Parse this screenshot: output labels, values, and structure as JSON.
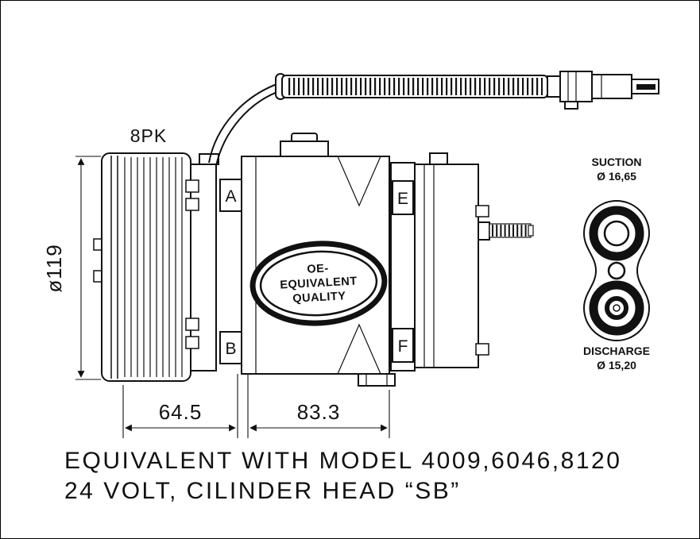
{
  "colors": {
    "ink": "#111111",
    "paper": "#ffffff"
  },
  "labels": {
    "belt": "8PK",
    "pulley_diameter": "ø119",
    "dim_pulley_width": "64.5",
    "dim_body_width": "83.3",
    "port_a": "A",
    "port_b": "B",
    "port_e": "E",
    "port_f": "F"
  },
  "badge": {
    "line1": "OE-",
    "line2": "EQUIVALENT",
    "line3": "QUALITY"
  },
  "ports": {
    "suction_label": "SUCTION",
    "suction_diameter": "Ø 16,65",
    "discharge_label": "DISCHARGE",
    "discharge_diameter": "Ø 15,20"
  },
  "footer": {
    "line1": "EQUIVALENT WITH MODEL 4009,6046,8120",
    "line2": "24 VOLT, CILINDER HEAD “SB”"
  }
}
